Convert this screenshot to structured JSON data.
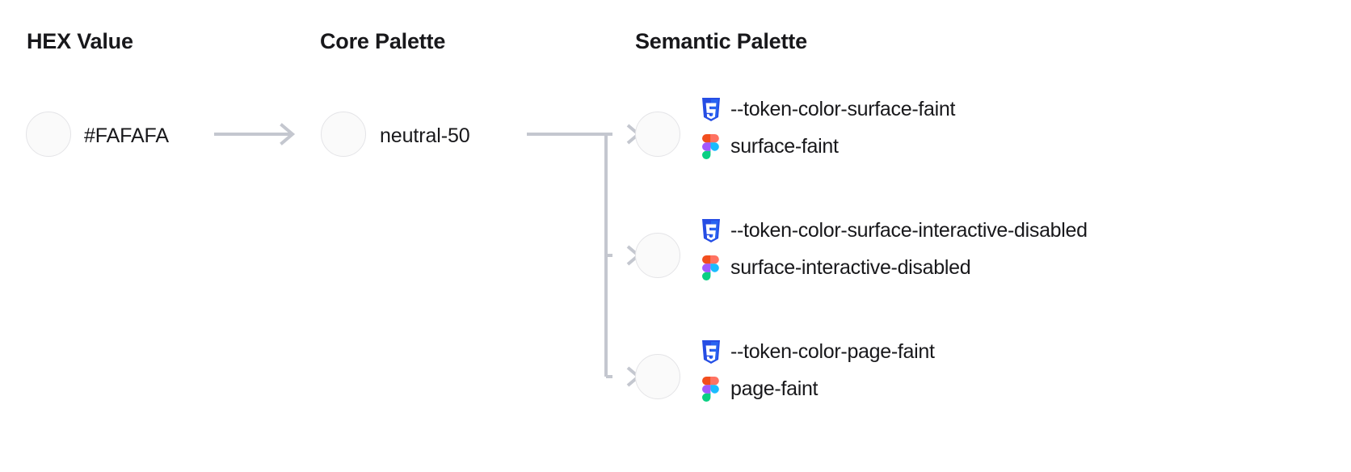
{
  "columns": {
    "hex": {
      "heading": "HEX Value"
    },
    "core": {
      "heading": "Core Palette"
    },
    "semantic": {
      "heading": "Semantic Palette"
    }
  },
  "hex": {
    "value": "#FAFAFA",
    "swatch_color": "#FAFAFA"
  },
  "core": {
    "value": "neutral-50",
    "swatch_color": "#FAFAFA"
  },
  "semantic": {
    "rows": [
      {
        "swatch_color": "#FAFAFA",
        "css_token": "--token-color-surface-faint",
        "figma_token": "surface-faint",
        "css_icon": "css3-icon",
        "figma_icon": "figma-icon"
      },
      {
        "swatch_color": "#FAFAFA",
        "css_token": "--token-color-surface-interactive-disabled",
        "figma_token": "surface-interactive-disabled",
        "css_icon": "css3-icon",
        "figma_icon": "figma-icon"
      },
      {
        "swatch_color": "#FAFAFA",
        "css_token": "--token-color-page-faint",
        "figma_token": "page-faint",
        "css_icon": "css3-icon",
        "figma_icon": "figma-icon"
      }
    ]
  },
  "colors": {
    "text": "#18181b",
    "connector": "#c4c7cf",
    "swatch_border": "#e4e4e7",
    "css_blue": "#264DE4",
    "css_blue_light": "#2965F1",
    "figma_orange": "#F24E1E",
    "figma_red": "#FF7262",
    "figma_purple": "#A259FF",
    "figma_blue": "#1ABCFE",
    "figma_green": "#0ACF83"
  }
}
